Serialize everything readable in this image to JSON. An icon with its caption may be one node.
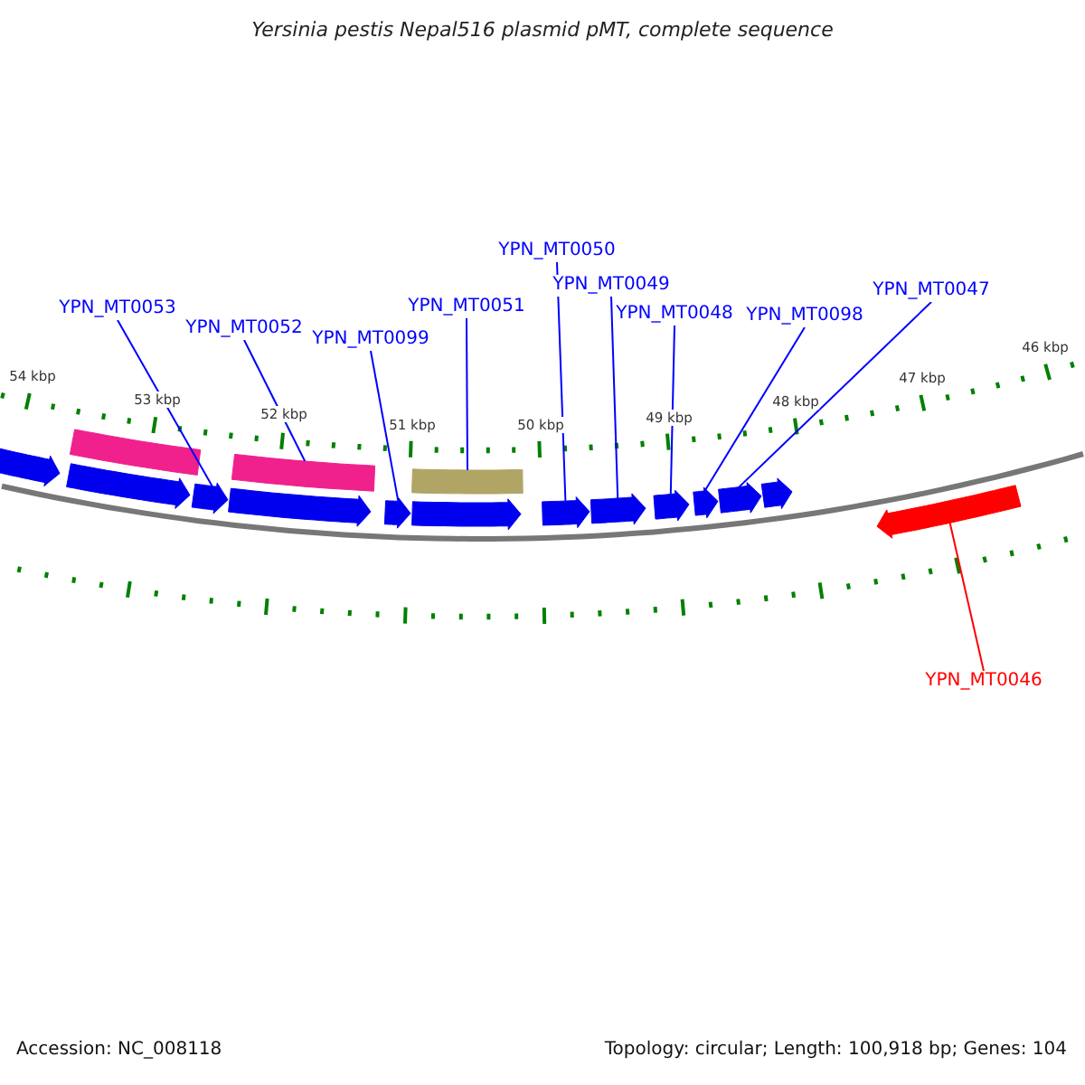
{
  "diagram": {
    "title": "Yersinia pestis Nepal516 plasmid pMT, complete sequence",
    "nodes": [
      {
        "text": [
          "YPN_MT0050"
        ]
      },
      {
        "text": [
          "YPN_MT0049"
        ]
      },
      {
        "text": [
          "YPN_MT0047"
        ]
      },
      {
        "text": [
          "YPN_MT0051"
        ]
      },
      {
        "text": [
          "YPN_MT0053"
        ]
      },
      {
        "text": [
          "YPN_MT0048"
        ]
      },
      {
        "text": [
          "YPN_MT0098"
        ]
      },
      {
        "text": [
          "YPN_MT0052"
        ]
      },
      {
        "text": [
          "YPN_MT0099"
        ]
      },
      {
        "text": [
          "YPN_MT0046"
        ]
      },
      {
        "text": [],
        "shape": "arrow"
      },
      {
        "text": [],
        "shape": "arrow"
      },
      {
        "text": [],
        "shape": "bar"
      },
      {
        "text": [],
        "shape": "arrow"
      },
      {
        "text": [],
        "shape": "arrow"
      },
      {
        "text": [],
        "shape": "bar"
      },
      {
        "text": [],
        "shape": "arrow"
      },
      {
        "text": [],
        "shape": "arrow"
      },
      {
        "text": [],
        "shape": "bar"
      },
      {
        "text": [],
        "shape": "arrow"
      },
      {
        "text": [],
        "shape": "arrow"
      },
      {
        "text": [],
        "shape": "arrow"
      },
      {
        "text": [],
        "shape": "arrow"
      },
      {
        "text": [],
        "shape": "arrow"
      },
      {
        "text": [],
        "shape": "arrow"
      },
      {
        "text": [],
        "shape": "arrow"
      }
    ],
    "edges": [
      {
        "from": 0,
        "to": 19,
        "arrow": "none"
      },
      {
        "from": 1,
        "to": 20,
        "arrow": "none"
      },
      {
        "from": 2,
        "to": 23,
        "arrow": "none"
      },
      {
        "from": 3,
        "to": 18,
        "arrow": "none"
      },
      {
        "from": 4,
        "to": 13,
        "arrow": "none"
      },
      {
        "from": 5,
        "to": 21,
        "arrow": "none"
      },
      {
        "from": 6,
        "to": 22,
        "arrow": "none"
      },
      {
        "from": 7,
        "to": 15,
        "arrow": "none"
      },
      {
        "from": 8,
        "to": 16,
        "arrow": "none"
      },
      {
        "from": 9,
        "to": 25,
        "arrow": "none",
        "color": "#ff0000"
      }
    ],
    "labels": [
      "54 kbp",
      "53 kbp",
      "52 kbp",
      "51 kbp",
      "50 kbp",
      "49 kbp",
      "48 kbp",
      "47 kbp",
      "46 kbp",
      "Accession: NC_008118",
      "Topology: circular; Length: 100,918 bp; Genes: 104"
    ]
  }
}
